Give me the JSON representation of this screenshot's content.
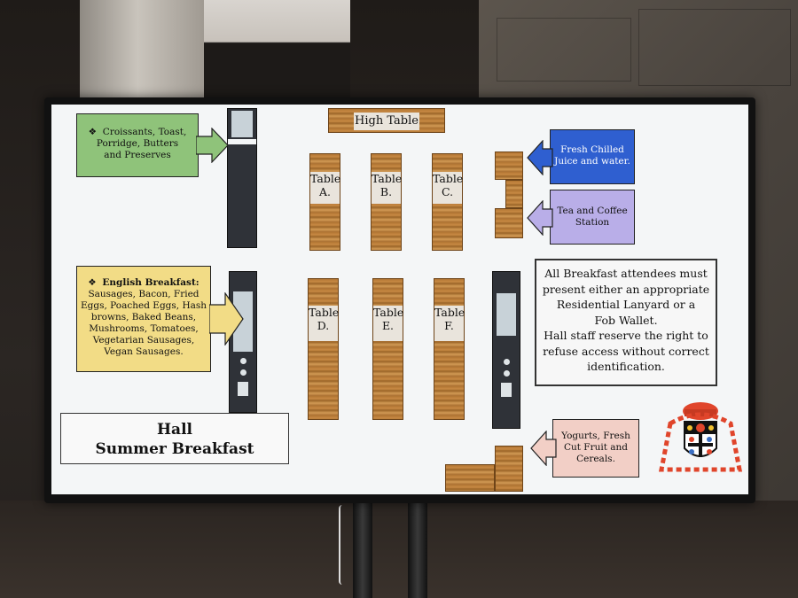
{
  "high_table": "High Table",
  "tables": {
    "a": [
      "Table",
      "A."
    ],
    "b": [
      "Table",
      "B."
    ],
    "c": [
      "Table",
      "C."
    ],
    "d": [
      "Table",
      "D."
    ],
    "e": [
      "Table",
      "E."
    ],
    "f": [
      "Table",
      "F."
    ]
  },
  "stations": {
    "croissants": {
      "bullet": "❖",
      "lines": [
        "Croissants, Toast,",
        "Porridge, Butters",
        "and Preserves"
      ],
      "color": "#8fc37a"
    },
    "english": {
      "bullet": "❖",
      "title": "English Breakfast:",
      "lines": [
        "Sausages, Bacon, Fried",
        "Eggs, Poached Eggs, Hash",
        "browns, Baked Beans,",
        "Mushrooms, Tomatoes,",
        "Vegetarian Sausages,",
        "Vegan Sausages."
      ],
      "color": "#f2dc86"
    },
    "juice": {
      "lines": [
        "Fresh Chilled",
        "Juice and water."
      ],
      "color": "#2f5fd0"
    },
    "tea": {
      "lines": [
        "Tea and Coffee",
        "Station"
      ],
      "color": "#b9aee8"
    },
    "yogurts": {
      "lines": [
        "Yogurts, Fresh",
        "Cut Fruit and",
        "Cereals."
      ],
      "color": "#f2cfc6"
    }
  },
  "notice": [
    "All Breakfast attendees must",
    "present either an appropriate",
    "Residential Lanyard or a",
    "Fob Wallet.",
    "Hall staff reserve the right to",
    "refuse access without correct",
    "identification."
  ],
  "title": [
    "Hall",
    "Summer Breakfast"
  ]
}
